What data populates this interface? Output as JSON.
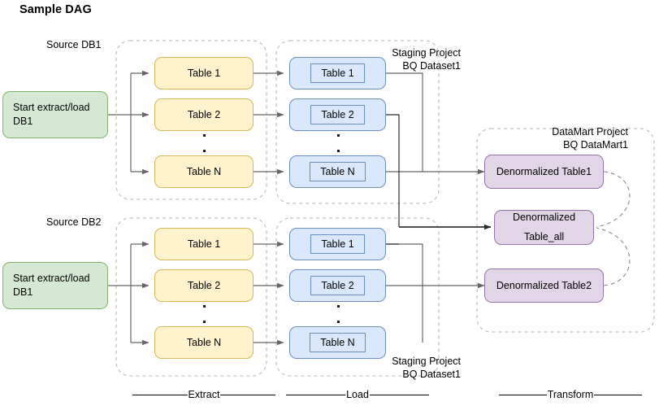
{
  "title": "Sample DAG",
  "groups": {
    "source_db1_label": "Source DB1",
    "source_db2_label": "Source DB2",
    "staging_top_label": "Staging Project\nBQ Dataset1",
    "staging_bottom_label": "Staging Project\nBQ Dataset1",
    "datamart_label": "DataMart Project\nBQ DataMart1"
  },
  "start_nodes": [
    {
      "id": "start-db1",
      "text": "Start extract/load DB1"
    },
    {
      "id": "start-db2",
      "text": "Start extract/load DB1"
    }
  ],
  "extract_db1": [
    {
      "label": "Table 1"
    },
    {
      "label": "Table 2"
    },
    {
      "label": "Table N"
    }
  ],
  "extract_db2": [
    {
      "label": "Table 1"
    },
    {
      "label": "Table 2"
    },
    {
      "label": "Table N"
    }
  ],
  "load_db1": [
    {
      "label": "Table 1"
    },
    {
      "label": "Table 2"
    },
    {
      "label": "Table N"
    }
  ],
  "load_db2": [
    {
      "label": "Table 1"
    },
    {
      "label": "Table 2"
    },
    {
      "label": "Table N"
    }
  ],
  "transform": [
    {
      "id": "denorm-table1",
      "label": "Denormalized Table1"
    },
    {
      "id": "denorm-table-all",
      "line1": "Denormalized",
      "line2": "Table_all"
    },
    {
      "id": "denorm-table2",
      "label": "Denormalized Table2"
    }
  ],
  "phases": [
    {
      "label": "Extract"
    },
    {
      "label": "Load"
    },
    {
      "label": "Transform"
    }
  ],
  "colors": {
    "green_fill": "#d5e8d4",
    "green_stroke": "#82b366",
    "yellow_fill": "#fff2cc",
    "yellow_stroke": "#d6b656",
    "blue_fill": "#dae8fc",
    "blue_stroke": "#6c8ebf",
    "purple_fill": "#e1d5e7",
    "purple_stroke": "#9673a6",
    "edge": "#666666",
    "edge_dark": "#000000",
    "container_dash": "#b3b3b3"
  }
}
